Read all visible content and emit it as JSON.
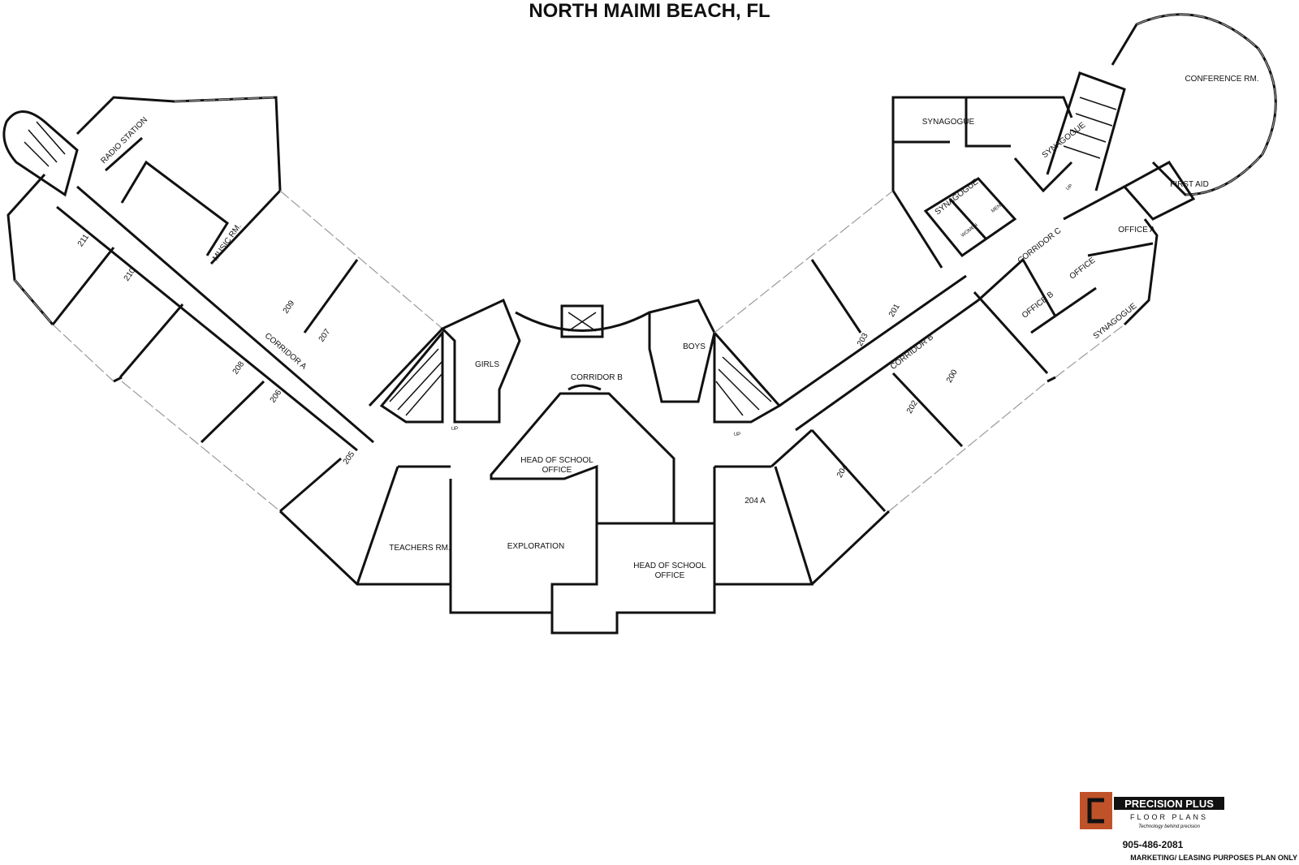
{
  "title": "NORTH MAIMI BEACH, FL",
  "rooms": {
    "radio_station": "RADIO STATION",
    "music_rm": "MUSIC RM.",
    "r211": "211",
    "r210": "210",
    "r209": "209",
    "r208": "208",
    "r207": "207",
    "r206": "206",
    "r205": "205",
    "corridor_a": "CORRIDOR A",
    "girls": "GIRLS",
    "boys": "BOYS",
    "corridor_b_center": "CORRIDOR B",
    "head_of_school_office_1": "HEAD OF SCHOOL",
    "head_of_school_office_1b": "OFFICE",
    "teachers_rm": "TEACHERS RM.",
    "exploration": "EXPLORATION",
    "head_of_school_office_2": "HEAD OF SCHOOL",
    "head_of_school_office_2b": "OFFICE",
    "r204a": "204 A",
    "r204": "204",
    "r203": "203",
    "r202": "202",
    "r201": "201",
    "r200": "200",
    "corridor_b_right": "CORRIDOR B",
    "corridor_c": "CORRIDOR C",
    "synagogue_1": "SYNAGOGUE",
    "synagogue_2": "SYNAGOGUE",
    "synagogue_3": "SYNAGOGUE",
    "synagogue_4": "SYNAGOGUE",
    "women": "WOMEN",
    "men": "MEN",
    "office_a": "OFFICE A",
    "office_b": "OFFICE B",
    "office": "OFFICE",
    "first_aid": "FIRST AID",
    "conference_rm": "CONFERENCE RM.",
    "up1": "UP",
    "up2": "UP",
    "up3": "UP"
  },
  "logo": {
    "name_line1": "PRECISION PLUS",
    "name_line2": "FLOOR PLANS",
    "tagline": "Technology behind precision",
    "brand_color": "#c0522a"
  },
  "phone": "905-486-2081",
  "note": "MARKETING/ LEASING PURPOSES PLAN ONLY"
}
